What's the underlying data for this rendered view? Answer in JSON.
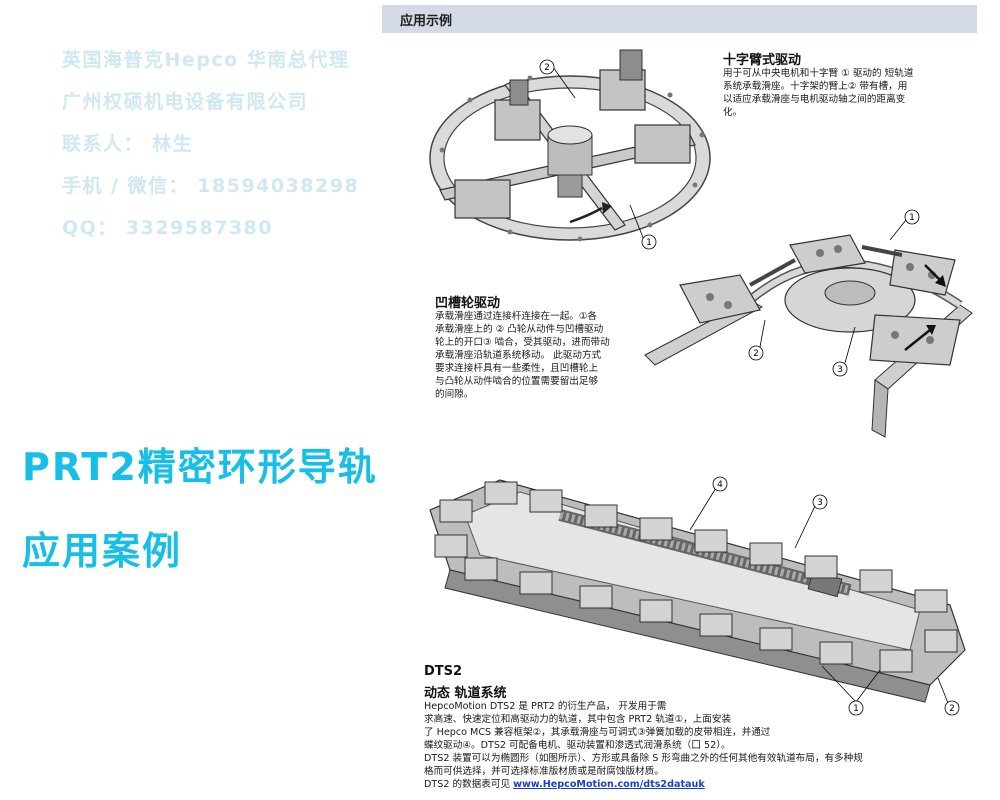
{
  "overlay": {
    "contact_lines": [
      "英国海普克Hepco 华南总代理",
      "广州权硕机电设备有限公司",
      "联系人： 林生",
      "手机 / 微信： 18594038298",
      "QQ： 3329587380"
    ],
    "headline": "PRT2精密环形导轨",
    "subheadline": "应用案例"
  },
  "header": {
    "title": "应用示例"
  },
  "cross_arm": {
    "title": "十字臂式驱动",
    "lines": [
      "用于可从中央电机和十字臂 ① 驱动的 短轨道",
      "系统承载滑座。十字架的臂上②  带有槽，用",
      "以适应承载滑座与电机驱动轴之间的距离变",
      "化。"
    ]
  },
  "slot_wheel": {
    "title": "凹槽轮驱动",
    "lines": [
      "承载滑座通过连接杆连接在一起。①各",
      "承载滑座上的 ② 凸轮从动件与凹槽驱动",
      "轮上的开口③ 啮合，受其驱动，进而带动",
      "承载滑座沿轨道系统移动。 此驱动方式",
      "要求连接杆具有一些柔性，且凹槽轮上",
      "与凸轮从动件啮合的位置需要留出足够",
      "的间隙。"
    ]
  },
  "dts2": {
    "model": "DTS2",
    "title": "动态 轨道系统",
    "lines": [
      "HepcoMotion DTS2 是 PRT2 的衍生产品，  开发用于需",
      "求高速、快速定位和高驱动力的轨道，其中包含 PRT2 轨道①，上面安装",
      "了 Hepco MCS 兼容框架②，其承载滑座与可调式③弹簧加载的皮带相连，并通过",
      "蝶纹驱动④。DTS2 可配备电机、驱动装置和渗透式润滑系统（囗 52）。",
      "DTS2 装置可以为椭圆形（如图所示）、方形或具备除 S 形弯曲之外的任何其他有效轨道布局，有多种规",
      "格而可供选择，并可选择标准版材质或是耐腐蚀版材质。"
    ],
    "datasheet_prefix": "DTS2 的数据表可见 ",
    "datasheet_link": "www.HepcoMotion.com/dts2datauk"
  },
  "callouts": {
    "fig1": [
      "2",
      "1"
    ],
    "fig2": [
      "1",
      "2",
      "3"
    ],
    "fig3": [
      "4",
      "3",
      "2",
      "1"
    ]
  },
  "colors": {
    "overlay_contact": "#cfe8f2",
    "overlay_headline": "#17bfe6",
    "header_band": "#d4dbe7",
    "link": "#1a3fd0"
  }
}
